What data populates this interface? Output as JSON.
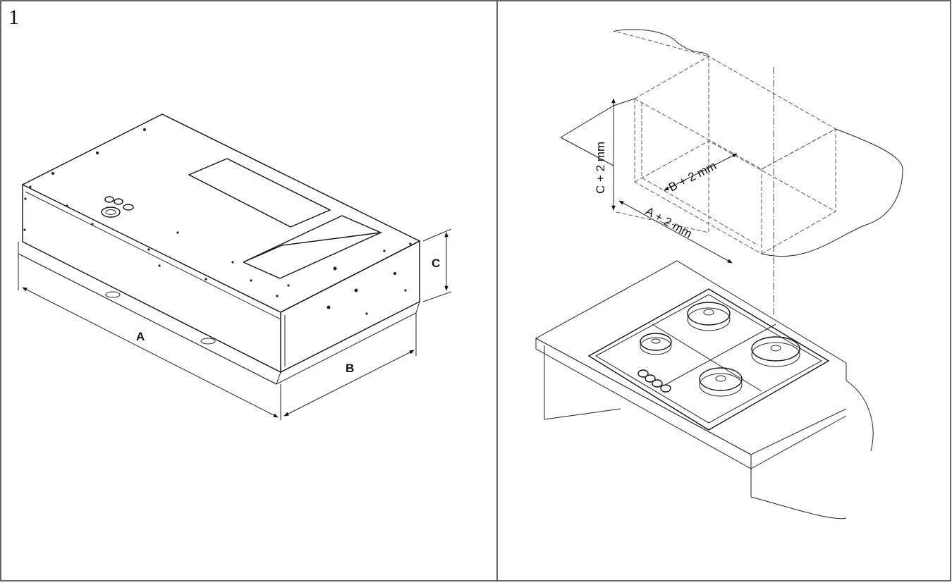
{
  "figure": {
    "number": "1",
    "left_panel": {
      "labels": {
        "a": "A",
        "b": "B",
        "c": "C"
      }
    },
    "right_panel": {
      "labels": {
        "a": "A + 2 mm",
        "b": "B + 2 mm",
        "c": "C + 2 mm"
      }
    }
  }
}
